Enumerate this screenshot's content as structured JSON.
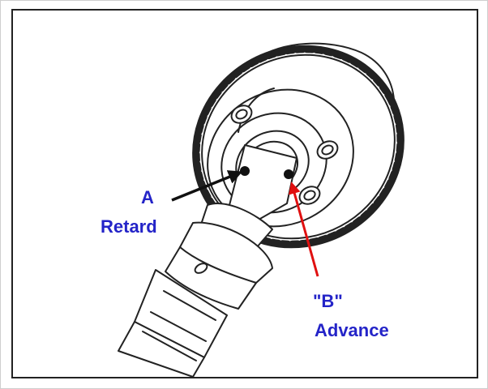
{
  "labels": {
    "a": "A",
    "retard": "Retard",
    "b": "\"B\"",
    "advance": "Advance"
  },
  "colors": {
    "label_text": "#2424c8",
    "retard_arrow": "#111111",
    "advance_arrow": "#e01010",
    "line_art": "#222222"
  },
  "icons": {
    "retard_pointer": "black-arrow",
    "advance_pointer": "red-arrow"
  }
}
